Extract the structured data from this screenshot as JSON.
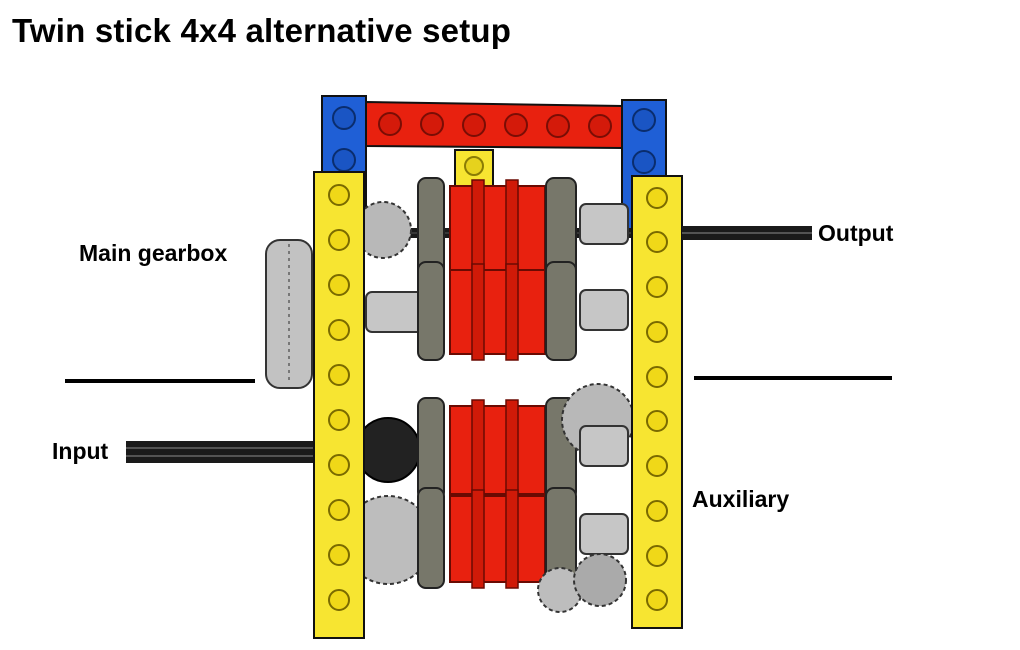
{
  "title": "Twin stick 4x4 alternative setup",
  "labels": {
    "main_gearbox": "Main gearbox",
    "output": "Output",
    "input": "Input",
    "auxiliary": "Auxiliary"
  },
  "colors": {
    "frame_blue": "#1f5fd6",
    "frame_red": "#e8210f",
    "beam_yellow": "#f7e531",
    "gear_dark": "#77776a",
    "gear_light": "#c6c6c6",
    "axle": "#1a1a1a"
  }
}
